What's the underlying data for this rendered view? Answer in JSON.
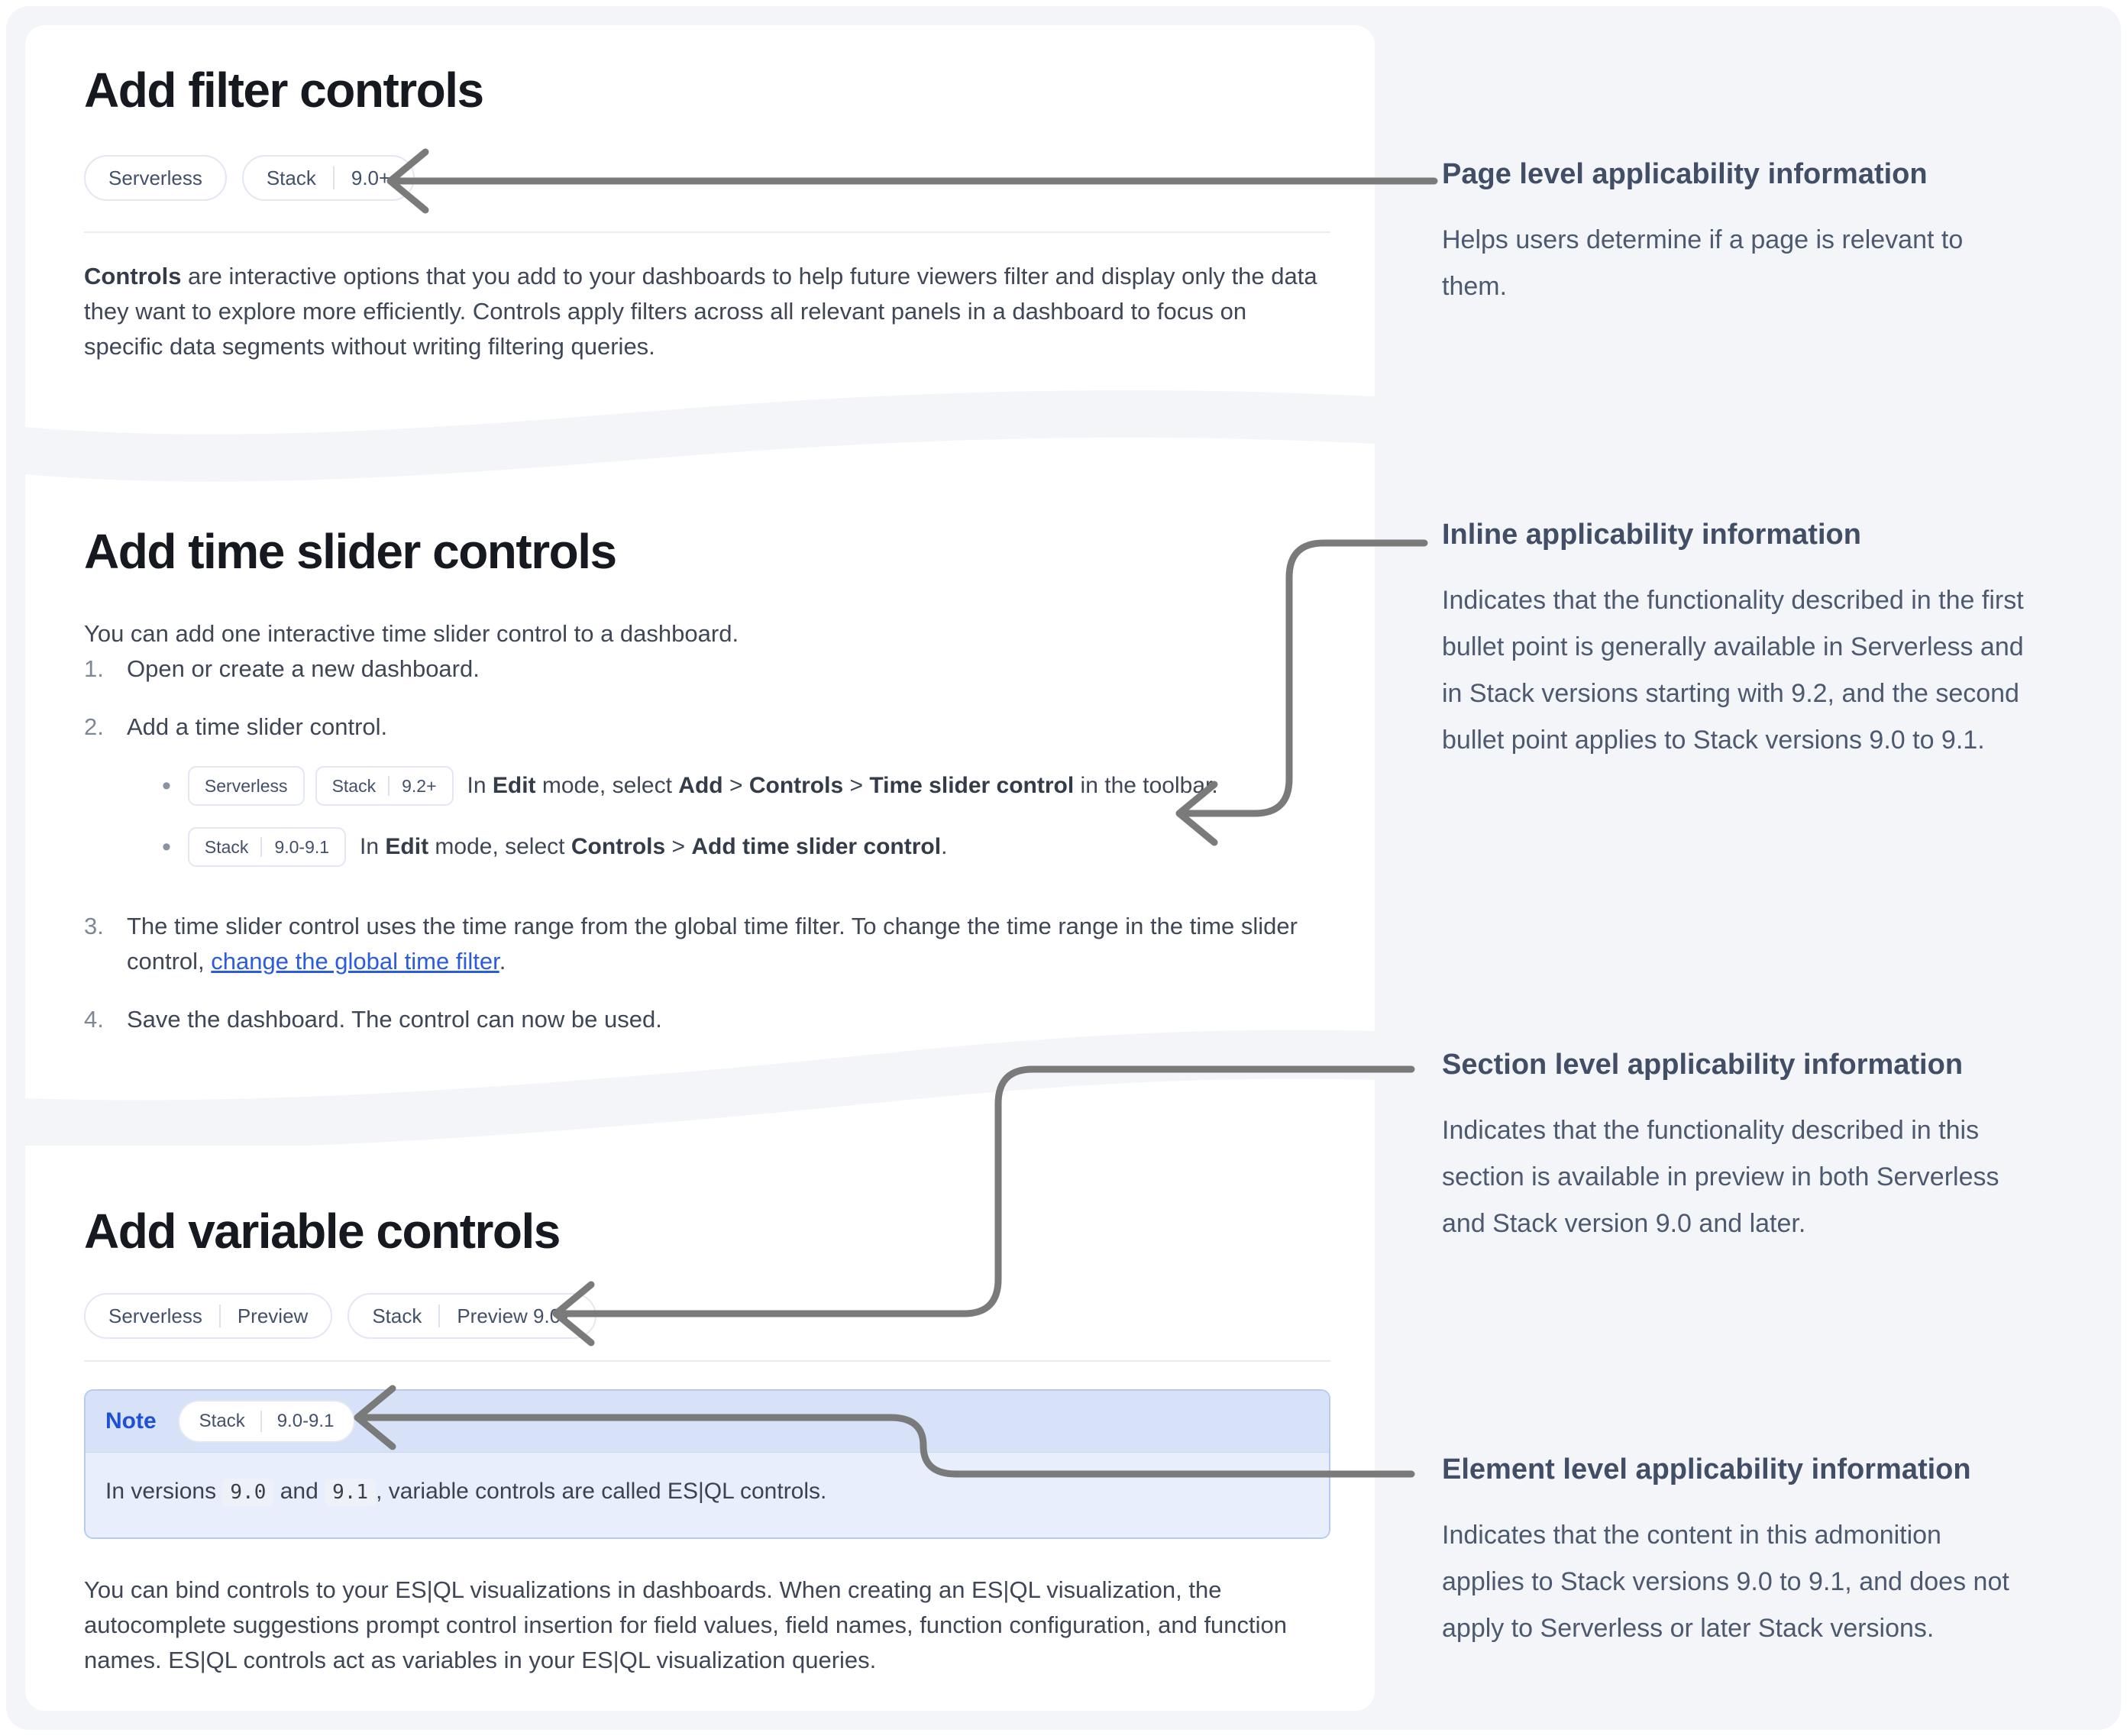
{
  "colors": {
    "canvas_bg": "#f3f5f9",
    "card_bg": "#ffffff",
    "heading_text": "#16191f",
    "body_text": "#3f4655",
    "annotation_title": "#414e66",
    "annotation_body": "#4d596e",
    "badge_border": "#e2e7f1",
    "badge_text": "#43506a",
    "arrow_gray": "#7a7a7a",
    "link_blue": "#2b5ce0",
    "note_border": "#b7cbf0",
    "note_header_bg": "#d7e2f8",
    "note_body_bg": "#e8eefc",
    "note_label_blue": "#1d4fd7"
  },
  "annotations": [
    {
      "title": "Page level applicability information",
      "body": "Helps users determine if a page is relevant to them."
    },
    {
      "title": "Inline applicability information",
      "body": "Indicates that the functionality described in the first bullet point is generally available in Serverless and in Stack versions starting with 9.2, and the second bullet point applies to Stack versions 9.0 to 9.1."
    },
    {
      "title": "Section level applicability information",
      "body": "Indicates that the functionality described in this section is available in preview in both Serverless and Stack version 9.0 and later."
    },
    {
      "title": "Element level applicability information",
      "body": "Indicates that the content in this admonition applies to Stack versions 9.0 to 9.1, and does not apply to Serverless or later Stack versions."
    }
  ],
  "card1": {
    "heading": "Add filter controls",
    "badges": [
      {
        "segments": [
          "Serverless"
        ]
      },
      {
        "segments": [
          "Stack",
          "9.0+"
        ]
      }
    ],
    "para": {
      "bold": "Controls",
      "rest": " are interactive options that you add to your dashboards to help future viewers filter and display only the data they want to explore more efficiently. Controls apply filters across all relevant panels in a dashboard to focus on specific data segments without writing filtering queries."
    }
  },
  "card2": {
    "heading": "Add time slider controls",
    "intro": "You can add one interactive time slider control to a dashboard.",
    "markers": [
      "1.",
      "2.",
      "3.",
      "4."
    ],
    "bullet_char": "•",
    "step1": "Open or create a new dashboard.",
    "step2": "Add a time slider control.",
    "bullet_a": {
      "badges": [
        {
          "segments": [
            "Serverless"
          ]
        },
        {
          "segments": [
            "Stack",
            "9.2+"
          ]
        }
      ],
      "r1": "In ",
      "b1": "Edit",
      "r2": " mode, select ",
      "b2": "Add",
      "r3": " > ",
      "b3": "Controls",
      "r4": " > ",
      "b4": "Time slider control",
      "r5": " in the toolbar."
    },
    "bullet_b": {
      "badges": [
        {
          "segments": [
            "Stack",
            "9.0-9.1"
          ]
        }
      ],
      "r1": "In ",
      "b1": "Edit",
      "r2": " mode, select ",
      "b2": "Controls",
      "r3": " > ",
      "b3": "Add time slider control",
      "r4": "."
    },
    "step3": {
      "r1": "The time slider control uses the time range from the global time filter. To change the time range in the time slider control, ",
      "link": "change the global time filter",
      "r2": "."
    },
    "step4": "Save the dashboard. The control can now be used."
  },
  "card3": {
    "heading": "Add variable controls",
    "badges": [
      {
        "segments": [
          "Serverless",
          "Preview"
        ]
      },
      {
        "segments": [
          "Stack",
          "Preview 9.0+"
        ]
      }
    ],
    "note": {
      "label": "Note",
      "badge": {
        "segments": [
          "Stack",
          "9.0-9.1"
        ]
      },
      "r1": "In versions ",
      "c1": "9.0",
      "r2": " and ",
      "c2": "9.1",
      "r3": ", variable controls are called ES|QL controls."
    },
    "para": "You can bind controls to your ES|QL visualizations in dashboards. When creating an ES|QL visualization, the autocomplete suggestions prompt control insertion for field values, field names, function configuration, and function names. ES|QL controls act as variables in your ES|QL visualization queries."
  }
}
